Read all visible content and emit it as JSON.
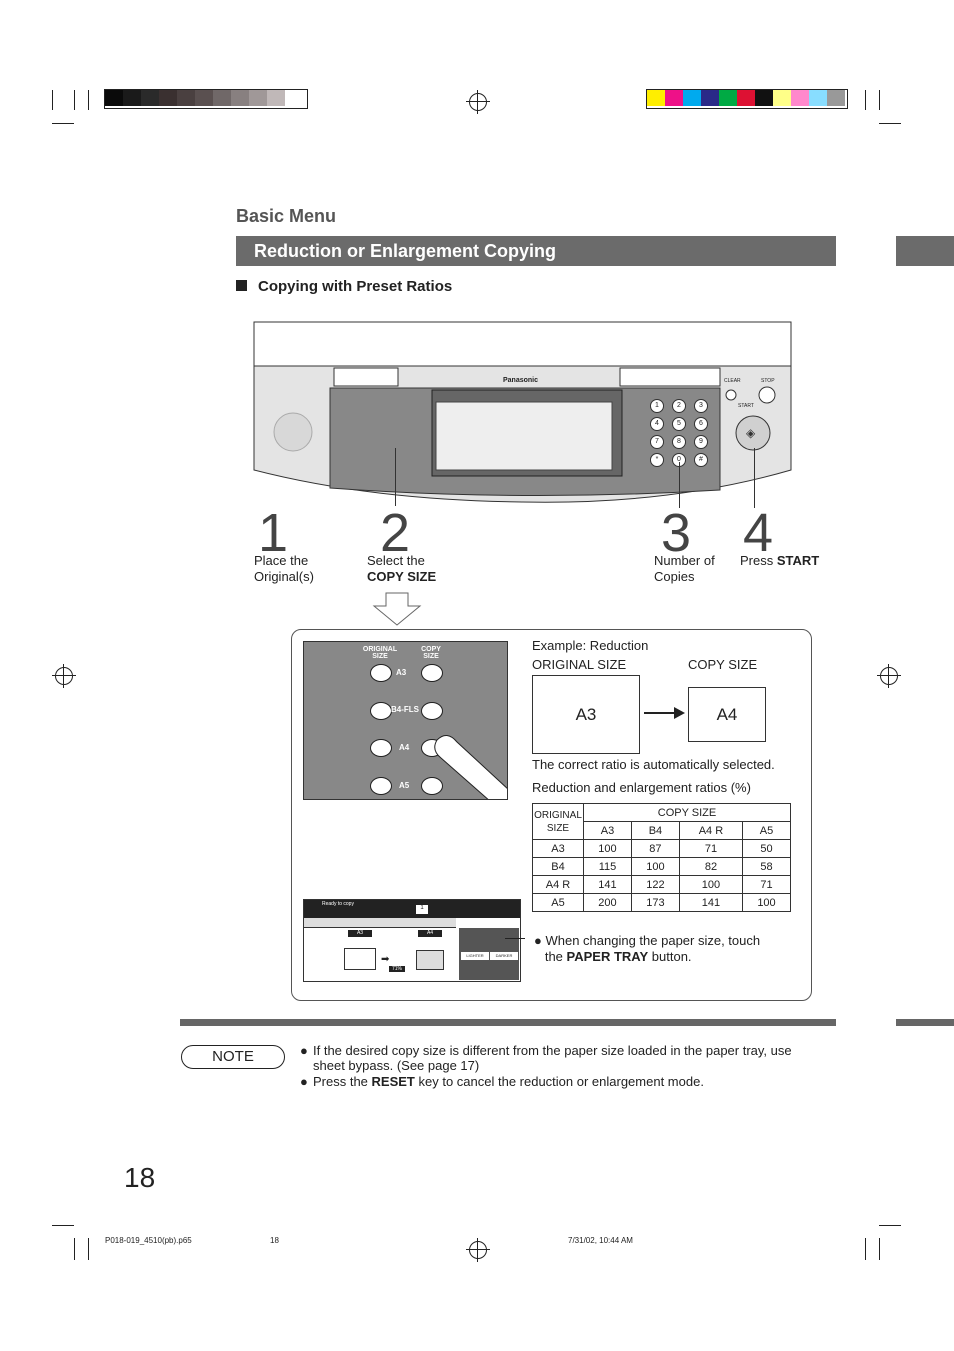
{
  "header": {
    "section": "Basic Menu",
    "title": "Reduction or Enlargement Copying",
    "subtitle": "Copying with Preset Ratios"
  },
  "panel": {
    "brand": "Panasonic",
    "clear": "CLEAR",
    "stop": "STOP",
    "start": "START"
  },
  "steps": [
    {
      "num": "1",
      "line1": "Place the",
      "line2": "Original(s)"
    },
    {
      "num": "2",
      "line1": "Select the",
      "line2": "COPY SIZE"
    },
    {
      "num": "3",
      "line1": "Number of",
      "line2": "Copies"
    },
    {
      "num": "4",
      "line1": "Press ",
      "line2": "START"
    }
  ],
  "inset": {
    "original_label": "ORIGINAL SIZE",
    "copy_label": "COPY SIZE",
    "sizes": [
      "A3",
      "B4-FLS",
      "A4",
      "A5"
    ]
  },
  "example": {
    "heading": "Example: Reduction",
    "original_label": "ORIGINAL SIZE",
    "copy_label": "COPY SIZE",
    "from": "A3",
    "to": "A4",
    "note": "The correct ratio is automatically selected.",
    "table_caption": "Reduction and enlargement ratios (%)"
  },
  "ratio_table": {
    "corner_line1": "ORIGINAL",
    "corner_line2": "SIZE",
    "copy_header": "COPY SIZE",
    "columns": [
      "A3",
      "B4",
      "A4 R",
      "A5"
    ],
    "rows": [
      {
        "label": "A3",
        "values": [
          "100",
          "87",
          "71",
          "50"
        ]
      },
      {
        "label": "B4",
        "values": [
          "115",
          "100",
          "82",
          "58"
        ]
      },
      {
        "label": "A4 R",
        "values": [
          "141",
          "122",
          "100",
          "71"
        ]
      },
      {
        "label": "A5",
        "values": [
          "200",
          "173",
          "141",
          "100"
        ]
      }
    ]
  },
  "screen": {
    "status": "Ready to copy",
    "count": "1",
    "orig": "A3",
    "copy": "A4",
    "ratio": "71%",
    "lighter": "LIGHTER",
    "darker": "DARKER"
  },
  "tray_note": {
    "pre": "When changing the paper size, touch",
    "mid": "the ",
    "bold": "PAPER TRAY",
    "post": " button."
  },
  "note": {
    "label": "NOTE",
    "item1": "If the desired copy size is different from the paper size loaded in the paper tray, use sheet bypass. (See page 17)",
    "item2_pre": "Press the ",
    "item2_bold": "RESET",
    "item2_post": " key to cancel the reduction or enlargement mode."
  },
  "page_number": "18",
  "footer": {
    "file": "P018-019_4510(pb).p65",
    "page": "18",
    "date": "7/31/02, 10:44 AM"
  }
}
